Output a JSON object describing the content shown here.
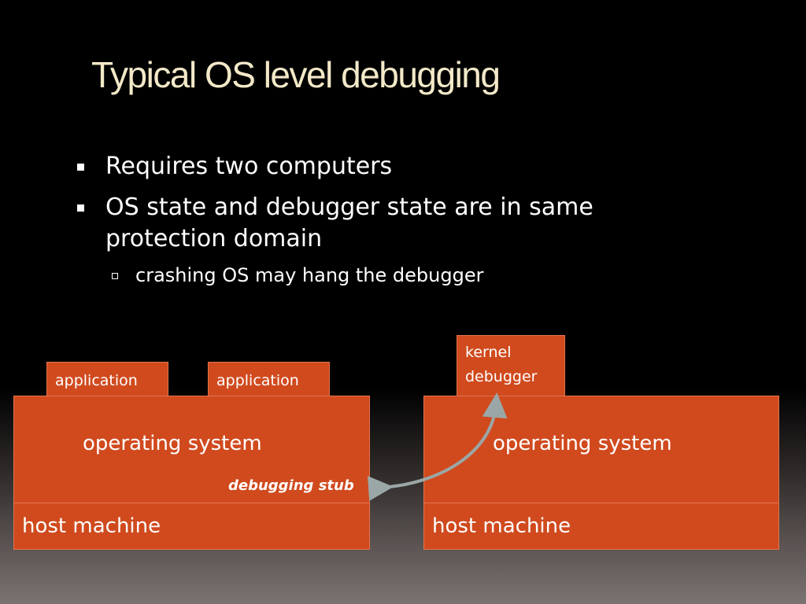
{
  "slide": {
    "title": "Typical OS level debugging",
    "bullets": [
      "Requires two computers",
      "OS state and debugger state are in same protection domain"
    ],
    "sub_bullets": [
      "crashing OS may hang the debugger"
    ]
  },
  "diagram": {
    "left": {
      "app1": "application",
      "app2": "application",
      "os": "operating system",
      "stub": "debugging stub",
      "host": "host machine"
    },
    "right": {
      "debugger_line1": "kernel",
      "debugger_line2": "debugger",
      "os": "operating system",
      "host": "host machine"
    }
  },
  "colors": {
    "box": "#d04a1e",
    "title": "#f3e9c8",
    "arrow": "#9aa7a6"
  }
}
